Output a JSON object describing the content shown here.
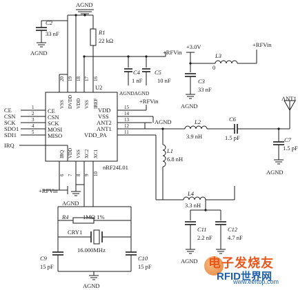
{
  "chip": {
    "ref": "U2",
    "part": "nRF24L01",
    "top_pins": [
      {
        "num": "20",
        "name": "VSS"
      },
      {
        "num": "19",
        "name": "DVDD"
      },
      {
        "num": "18",
        "name": "VDD"
      },
      {
        "num": "17",
        "name": "VSS"
      },
      {
        "num": "16",
        "name": "IREF"
      }
    ],
    "left_pins": [
      {
        "num": "1",
        "name": "CE",
        "net": "CE"
      },
      {
        "num": "2",
        "name": "CSN",
        "net": "CSN"
      },
      {
        "num": "3",
        "name": "SCK",
        "net": "SCK"
      },
      {
        "num": "4",
        "name": "MOSI",
        "net": "SDO1"
      },
      {
        "num": "5",
        "name": "MISO",
        "net": "SDI1"
      }
    ],
    "extra_left_net": "IRQ",
    "right_pins": [
      {
        "num": "15",
        "name": "VDD"
      },
      {
        "num": "14",
        "name": "VSS"
      },
      {
        "num": "13",
        "name": "ANT2"
      },
      {
        "num": "12",
        "name": "ANT1"
      },
      {
        "num": "11",
        "name": "VDD_PA"
      }
    ],
    "bottom_pins": [
      {
        "num": "6",
        "name": "IRQ"
      },
      {
        "num": "7",
        "name": "VDD"
      },
      {
        "num": "8",
        "name": "VSS"
      },
      {
        "num": "9",
        "name": "XC2"
      },
      {
        "num": "10",
        "name": "XC1"
      }
    ]
  },
  "components": {
    "c2": {
      "ref": "C2",
      "value": "33 nF"
    },
    "r1": {
      "ref": "R1",
      "value": "22 kΩ"
    },
    "c4": {
      "ref": "C4",
      "value": "1 nF"
    },
    "c5": {
      "ref": "C5",
      "value": "10 nF"
    },
    "c3": {
      "ref": "C3",
      "value": "33 nF"
    },
    "l3": {
      "ref": "L3",
      "value": "0"
    },
    "l2": {
      "ref": "L2",
      "value": "3.9  nH"
    },
    "c6": {
      "ref": "C6",
      "value": "1.5 pF"
    },
    "c7": {
      "ref": "C7",
      "value": "1.5 pF"
    },
    "l1": {
      "ref": "L1",
      "value": "6.8 nH"
    },
    "l4": {
      "ref": "L4",
      "value": "3.3 nH"
    },
    "c11": {
      "ref": "C11",
      "value": "2.2 nF"
    },
    "c12": {
      "ref": "C12",
      "value": "4.7 nF"
    },
    "r4": {
      "ref": "R4",
      "value": "1MΩ  1%"
    },
    "cry1": {
      "ref": "CRY1",
      "value": "16.000MHz"
    },
    "c9": {
      "ref": "C9",
      "value": "15 pF"
    },
    "c10": {
      "ref": "C10",
      "value": "15 pF"
    },
    "ant1": {
      "ref": "ANT1"
    }
  },
  "nets": {
    "agnd": "AGND",
    "agnd_pair": "AGNDAGND",
    "rfvin": "+RFVin",
    "rfvin_short": "+RFVin",
    "v3": "+3.0V"
  },
  "watermark": {
    "line1": "电子发烧友",
    "line2": "RFID世界网",
    "line3": "www.eeftop.com"
  }
}
